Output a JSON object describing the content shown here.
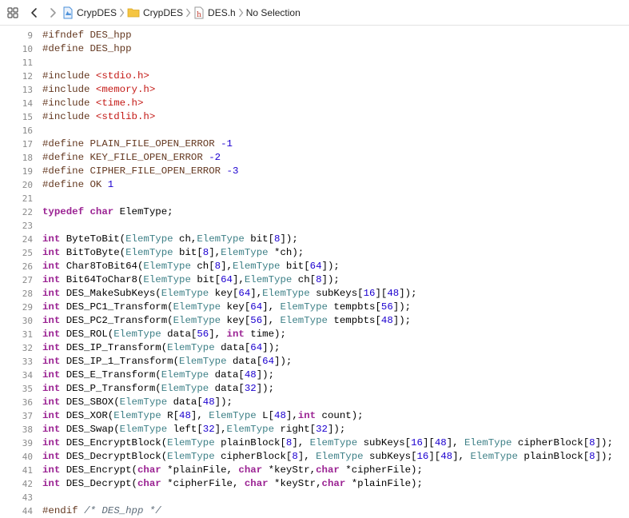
{
  "jumpbar": {
    "crumbs": [
      {
        "label": "CrypDES",
        "icon": "project-icon"
      },
      {
        "label": "CrypDES",
        "icon": "folder-icon"
      },
      {
        "label": "DES.h",
        "icon": "header-file-icon"
      },
      {
        "label": "No Selection",
        "icon": ""
      }
    ]
  },
  "colors": {
    "keyword": "#9b2393",
    "type": "#3e8087",
    "preprocessor": "#643820",
    "string": "#c41a16",
    "number": "#1c00cf",
    "comment": "#5d6c79",
    "plain": "#000000"
  },
  "lines": [
    {
      "n": "9",
      "tokens": [
        {
          "t": "pp",
          "s": "#ifndef DES_hpp"
        }
      ]
    },
    {
      "n": "10",
      "tokens": [
        {
          "t": "pp",
          "s": "#define DES_hpp"
        }
      ]
    },
    {
      "n": "11",
      "tokens": []
    },
    {
      "n": "12",
      "tokens": [
        {
          "t": "pp",
          "s": "#include "
        },
        {
          "t": "str",
          "s": "<stdio.h>"
        }
      ]
    },
    {
      "n": "13",
      "tokens": [
        {
          "t": "pp",
          "s": "#include "
        },
        {
          "t": "str",
          "s": "<memory.h>"
        }
      ]
    },
    {
      "n": "14",
      "tokens": [
        {
          "t": "pp",
          "s": "#include "
        },
        {
          "t": "str",
          "s": "<time.h>"
        }
      ]
    },
    {
      "n": "15",
      "tokens": [
        {
          "t": "pp",
          "s": "#include "
        },
        {
          "t": "str",
          "s": "<stdlib.h>"
        }
      ]
    },
    {
      "n": "16",
      "tokens": []
    },
    {
      "n": "17",
      "tokens": [
        {
          "t": "pp",
          "s": "#define PLAIN_FILE_OPEN_ERROR "
        },
        {
          "t": "num",
          "s": "-1"
        }
      ]
    },
    {
      "n": "18",
      "tokens": [
        {
          "t": "pp",
          "s": "#define KEY_FILE_OPEN_ERROR "
        },
        {
          "t": "num",
          "s": "-2"
        }
      ]
    },
    {
      "n": "19",
      "tokens": [
        {
          "t": "pp",
          "s": "#define CIPHER_FILE_OPEN_ERROR "
        },
        {
          "t": "num",
          "s": "-3"
        }
      ]
    },
    {
      "n": "20",
      "tokens": [
        {
          "t": "pp",
          "s": "#define OK "
        },
        {
          "t": "num",
          "s": "1"
        }
      ]
    },
    {
      "n": "21",
      "tokens": []
    },
    {
      "n": "22",
      "tokens": [
        {
          "t": "kw",
          "s": "typedef"
        },
        {
          "t": "plain",
          "s": " "
        },
        {
          "t": "kw",
          "s": "char"
        },
        {
          "t": "plain",
          "s": " ElemType;"
        }
      ]
    },
    {
      "n": "23",
      "tokens": []
    },
    {
      "n": "24",
      "tokens": [
        {
          "t": "kw",
          "s": "int"
        },
        {
          "t": "plain",
          "s": " ByteToBit("
        },
        {
          "t": "type",
          "s": "ElemType"
        },
        {
          "t": "plain",
          "s": " ch,"
        },
        {
          "t": "type",
          "s": "ElemType"
        },
        {
          "t": "plain",
          "s": " bit["
        },
        {
          "t": "num",
          "s": "8"
        },
        {
          "t": "plain",
          "s": "]);"
        }
      ]
    },
    {
      "n": "25",
      "tokens": [
        {
          "t": "kw",
          "s": "int"
        },
        {
          "t": "plain",
          "s": " BitToByte("
        },
        {
          "t": "type",
          "s": "ElemType"
        },
        {
          "t": "plain",
          "s": " bit["
        },
        {
          "t": "num",
          "s": "8"
        },
        {
          "t": "plain",
          "s": "],"
        },
        {
          "t": "type",
          "s": "ElemType"
        },
        {
          "t": "plain",
          "s": " *ch);"
        }
      ]
    },
    {
      "n": "26",
      "tokens": [
        {
          "t": "kw",
          "s": "int"
        },
        {
          "t": "plain",
          "s": " Char8ToBit64("
        },
        {
          "t": "type",
          "s": "ElemType"
        },
        {
          "t": "plain",
          "s": " ch["
        },
        {
          "t": "num",
          "s": "8"
        },
        {
          "t": "plain",
          "s": "],"
        },
        {
          "t": "type",
          "s": "ElemType"
        },
        {
          "t": "plain",
          "s": " bit["
        },
        {
          "t": "num",
          "s": "64"
        },
        {
          "t": "plain",
          "s": "]);"
        }
      ]
    },
    {
      "n": "27",
      "tokens": [
        {
          "t": "kw",
          "s": "int"
        },
        {
          "t": "plain",
          "s": " Bit64ToChar8("
        },
        {
          "t": "type",
          "s": "ElemType"
        },
        {
          "t": "plain",
          "s": " bit["
        },
        {
          "t": "num",
          "s": "64"
        },
        {
          "t": "plain",
          "s": "],"
        },
        {
          "t": "type",
          "s": "ElemType"
        },
        {
          "t": "plain",
          "s": " ch["
        },
        {
          "t": "num",
          "s": "8"
        },
        {
          "t": "plain",
          "s": "]);"
        }
      ]
    },
    {
      "n": "28",
      "tokens": [
        {
          "t": "kw",
          "s": "int"
        },
        {
          "t": "plain",
          "s": " DES_MakeSubKeys("
        },
        {
          "t": "type",
          "s": "ElemType"
        },
        {
          "t": "plain",
          "s": " key["
        },
        {
          "t": "num",
          "s": "64"
        },
        {
          "t": "plain",
          "s": "],"
        },
        {
          "t": "type",
          "s": "ElemType"
        },
        {
          "t": "plain",
          "s": " subKeys["
        },
        {
          "t": "num",
          "s": "16"
        },
        {
          "t": "plain",
          "s": "]["
        },
        {
          "t": "num",
          "s": "48"
        },
        {
          "t": "plain",
          "s": "]);"
        }
      ]
    },
    {
      "n": "29",
      "tokens": [
        {
          "t": "kw",
          "s": "int"
        },
        {
          "t": "plain",
          "s": " DES_PC1_Transform("
        },
        {
          "t": "type",
          "s": "ElemType"
        },
        {
          "t": "plain",
          "s": " key["
        },
        {
          "t": "num",
          "s": "64"
        },
        {
          "t": "plain",
          "s": "], "
        },
        {
          "t": "type",
          "s": "ElemType"
        },
        {
          "t": "plain",
          "s": " tempbts["
        },
        {
          "t": "num",
          "s": "56"
        },
        {
          "t": "plain",
          "s": "]);"
        }
      ]
    },
    {
      "n": "30",
      "tokens": [
        {
          "t": "kw",
          "s": "int"
        },
        {
          "t": "plain",
          "s": " DES_PC2_Transform("
        },
        {
          "t": "type",
          "s": "ElemType"
        },
        {
          "t": "plain",
          "s": " key["
        },
        {
          "t": "num",
          "s": "56"
        },
        {
          "t": "plain",
          "s": "], "
        },
        {
          "t": "type",
          "s": "ElemType"
        },
        {
          "t": "plain",
          "s": " tempbts["
        },
        {
          "t": "num",
          "s": "48"
        },
        {
          "t": "plain",
          "s": "]);"
        }
      ]
    },
    {
      "n": "31",
      "tokens": [
        {
          "t": "kw",
          "s": "int"
        },
        {
          "t": "plain",
          "s": " DES_ROL("
        },
        {
          "t": "type",
          "s": "ElemType"
        },
        {
          "t": "plain",
          "s": " data["
        },
        {
          "t": "num",
          "s": "56"
        },
        {
          "t": "plain",
          "s": "], "
        },
        {
          "t": "kw",
          "s": "int"
        },
        {
          "t": "plain",
          "s": " time);"
        }
      ]
    },
    {
      "n": "32",
      "tokens": [
        {
          "t": "kw",
          "s": "int"
        },
        {
          "t": "plain",
          "s": " DES_IP_Transform("
        },
        {
          "t": "type",
          "s": "ElemType"
        },
        {
          "t": "plain",
          "s": " data["
        },
        {
          "t": "num",
          "s": "64"
        },
        {
          "t": "plain",
          "s": "]);"
        }
      ]
    },
    {
      "n": "33",
      "tokens": [
        {
          "t": "kw",
          "s": "int"
        },
        {
          "t": "plain",
          "s": " DES_IP_1_Transform("
        },
        {
          "t": "type",
          "s": "ElemType"
        },
        {
          "t": "plain",
          "s": " data["
        },
        {
          "t": "num",
          "s": "64"
        },
        {
          "t": "plain",
          "s": "]);"
        }
      ]
    },
    {
      "n": "34",
      "tokens": [
        {
          "t": "kw",
          "s": "int"
        },
        {
          "t": "plain",
          "s": " DES_E_Transform("
        },
        {
          "t": "type",
          "s": "ElemType"
        },
        {
          "t": "plain",
          "s": " data["
        },
        {
          "t": "num",
          "s": "48"
        },
        {
          "t": "plain",
          "s": "]);"
        }
      ]
    },
    {
      "n": "35",
      "tokens": [
        {
          "t": "kw",
          "s": "int"
        },
        {
          "t": "plain",
          "s": " DES_P_Transform("
        },
        {
          "t": "type",
          "s": "ElemType"
        },
        {
          "t": "plain",
          "s": " data["
        },
        {
          "t": "num",
          "s": "32"
        },
        {
          "t": "plain",
          "s": "]);"
        }
      ]
    },
    {
      "n": "36",
      "tokens": [
        {
          "t": "kw",
          "s": "int"
        },
        {
          "t": "plain",
          "s": " DES_SBOX("
        },
        {
          "t": "type",
          "s": "ElemType"
        },
        {
          "t": "plain",
          "s": " data["
        },
        {
          "t": "num",
          "s": "48"
        },
        {
          "t": "plain",
          "s": "]);"
        }
      ]
    },
    {
      "n": "37",
      "tokens": [
        {
          "t": "kw",
          "s": "int"
        },
        {
          "t": "plain",
          "s": " DES_XOR("
        },
        {
          "t": "type",
          "s": "ElemType"
        },
        {
          "t": "plain",
          "s": " R["
        },
        {
          "t": "num",
          "s": "48"
        },
        {
          "t": "plain",
          "s": "], "
        },
        {
          "t": "type",
          "s": "ElemType"
        },
        {
          "t": "plain",
          "s": " L["
        },
        {
          "t": "num",
          "s": "48"
        },
        {
          "t": "plain",
          "s": "],"
        },
        {
          "t": "kw",
          "s": "int"
        },
        {
          "t": "plain",
          "s": " count);"
        }
      ]
    },
    {
      "n": "38",
      "tokens": [
        {
          "t": "kw",
          "s": "int"
        },
        {
          "t": "plain",
          "s": " DES_Swap("
        },
        {
          "t": "type",
          "s": "ElemType"
        },
        {
          "t": "plain",
          "s": " left["
        },
        {
          "t": "num",
          "s": "32"
        },
        {
          "t": "plain",
          "s": "],"
        },
        {
          "t": "type",
          "s": "ElemType"
        },
        {
          "t": "plain",
          "s": " right["
        },
        {
          "t": "num",
          "s": "32"
        },
        {
          "t": "plain",
          "s": "]);"
        }
      ]
    },
    {
      "n": "39",
      "tokens": [
        {
          "t": "kw",
          "s": "int"
        },
        {
          "t": "plain",
          "s": " DES_EncryptBlock("
        },
        {
          "t": "type",
          "s": "ElemType"
        },
        {
          "t": "plain",
          "s": " plainBlock["
        },
        {
          "t": "num",
          "s": "8"
        },
        {
          "t": "plain",
          "s": "], "
        },
        {
          "t": "type",
          "s": "ElemType"
        },
        {
          "t": "plain",
          "s": " subKeys["
        },
        {
          "t": "num",
          "s": "16"
        },
        {
          "t": "plain",
          "s": "]["
        },
        {
          "t": "num",
          "s": "48"
        },
        {
          "t": "plain",
          "s": "], "
        },
        {
          "t": "type",
          "s": "ElemType"
        },
        {
          "t": "plain",
          "s": " cipherBlock["
        },
        {
          "t": "num",
          "s": "8"
        },
        {
          "t": "plain",
          "s": "]);"
        }
      ]
    },
    {
      "n": "40",
      "tokens": [
        {
          "t": "kw",
          "s": "int"
        },
        {
          "t": "plain",
          "s": " DES_DecryptBlock("
        },
        {
          "t": "type",
          "s": "ElemType"
        },
        {
          "t": "plain",
          "s": " cipherBlock["
        },
        {
          "t": "num",
          "s": "8"
        },
        {
          "t": "plain",
          "s": "], "
        },
        {
          "t": "type",
          "s": "ElemType"
        },
        {
          "t": "plain",
          "s": " subKeys["
        },
        {
          "t": "num",
          "s": "16"
        },
        {
          "t": "plain",
          "s": "]["
        },
        {
          "t": "num",
          "s": "48"
        },
        {
          "t": "plain",
          "s": "], "
        },
        {
          "t": "type",
          "s": "ElemType"
        },
        {
          "t": "plain",
          "s": " plainBlock["
        },
        {
          "t": "num",
          "s": "8"
        },
        {
          "t": "plain",
          "s": "]);"
        }
      ]
    },
    {
      "n": "41",
      "tokens": [
        {
          "t": "kw",
          "s": "int"
        },
        {
          "t": "plain",
          "s": " DES_Encrypt("
        },
        {
          "t": "kw",
          "s": "char"
        },
        {
          "t": "plain",
          "s": " *plainFile, "
        },
        {
          "t": "kw",
          "s": "char"
        },
        {
          "t": "plain",
          "s": " *keyStr,"
        },
        {
          "t": "kw",
          "s": "char"
        },
        {
          "t": "plain",
          "s": " *cipherFile);"
        }
      ]
    },
    {
      "n": "42",
      "tokens": [
        {
          "t": "kw",
          "s": "int"
        },
        {
          "t": "plain",
          "s": " DES_Decrypt("
        },
        {
          "t": "kw",
          "s": "char"
        },
        {
          "t": "plain",
          "s": " *cipherFile, "
        },
        {
          "t": "kw",
          "s": "char"
        },
        {
          "t": "plain",
          "s": " *keyStr,"
        },
        {
          "t": "kw",
          "s": "char"
        },
        {
          "t": "plain",
          "s": " *plainFile);"
        }
      ]
    },
    {
      "n": "43",
      "tokens": []
    },
    {
      "n": "44",
      "tokens": [
        {
          "t": "pp",
          "s": "#endif "
        },
        {
          "t": "cm",
          "s": "/* DES_hpp */"
        }
      ]
    }
  ]
}
